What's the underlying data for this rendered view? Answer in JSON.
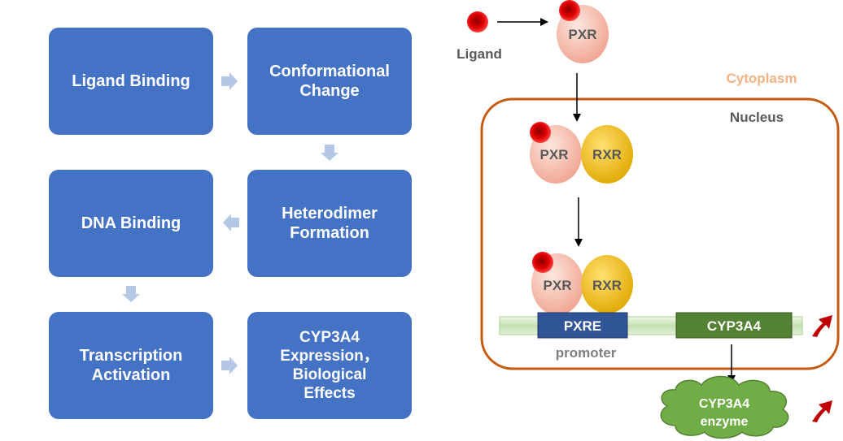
{
  "flowchart": {
    "steps": [
      {
        "label": "Ligand Binding"
      },
      {
        "label": "Conformational\nChange"
      },
      {
        "label": "DNA Binding"
      },
      {
        "label": "Heterodimer\nFormation"
      },
      {
        "label": "Transcription\nActivation"
      },
      {
        "label": "CYP3A4\nExpression，\nBiological\nEffects"
      }
    ],
    "colors": {
      "box": "#4472c4",
      "arrow": "#b4c7e7"
    }
  },
  "pathway": {
    "ligand_label": "Ligand",
    "pxr_label": "PXR",
    "rxr_label": "RXR",
    "cytoplasm_label": "Cytoplasm",
    "nucleus_label": "Nucleus",
    "pxre_label": "PXRE",
    "cyp3a4_gene_label": "CYP3A4",
    "promoter_label": "promoter",
    "enzyme_label_line1": "CYP3A4",
    "enzyme_label_line2": "enzyme",
    "colors": {
      "ligand": "#e00000",
      "pxr": "#f4b8a8",
      "rxr": "#f2c200",
      "nucleus_border": "#c55a11",
      "cytoplasm_text": "#f4b183",
      "pxre": "#2f5597",
      "gene": "#548235",
      "enzyme": "#70ad47",
      "up_arrow": "#c00000"
    }
  }
}
